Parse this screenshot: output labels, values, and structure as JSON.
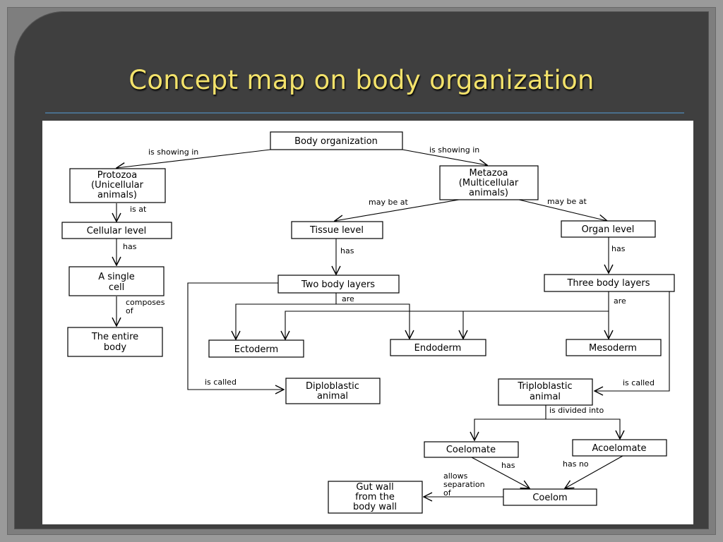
{
  "slide": {
    "title": "Concept map on body organization"
  },
  "nodes": {
    "body_organization": [
      "Body organization"
    ],
    "protozoa": [
      "Protozoa",
      "(Unicellular",
      "animals)"
    ],
    "metazoa": [
      "Metazoa",
      "(Multicellular",
      "animals)"
    ],
    "cellular_level": [
      "Cellular level"
    ],
    "tissue_level": [
      "Tissue level"
    ],
    "organ_level": [
      "Organ level"
    ],
    "single_cell": [
      "A single",
      "cell"
    ],
    "two_body_layers": [
      "Two body layers"
    ],
    "three_body_layers": [
      "Three body layers"
    ],
    "entire_body": [
      "The entire",
      "body"
    ],
    "ectoderm": [
      "Ectoderm"
    ],
    "endoderm": [
      "Endoderm"
    ],
    "mesoderm": [
      "Mesoderm"
    ],
    "diploblastic": [
      "Diploblastic",
      "animal"
    ],
    "triploblastic": [
      "Triploblastic",
      "animal"
    ],
    "coelomate": [
      "Coelomate"
    ],
    "acoelomate": [
      "Acoelomate"
    ],
    "coelom": [
      "Coelom"
    ],
    "gut_wall": [
      "Gut wall",
      "from the",
      "body wall"
    ]
  },
  "edge_labels": {
    "showing_in_left": "is showing in",
    "showing_in_right": "is showing in",
    "is_at": "is at",
    "may_be_at_left": "may be at",
    "may_be_at_right": "may be at",
    "has_cellular": "has",
    "has_tissue": "has",
    "has_organ": "has",
    "composes": "composes",
    "composes_of": "of",
    "are_two": "are",
    "are_three": "are",
    "called_diplo": "is called",
    "called_triplo": "is called",
    "divided_into": "is divided into",
    "has_coelomate": "has",
    "has_no": "has no",
    "allows_1": "allows",
    "allows_2": "separation",
    "allows_3": "of"
  }
}
